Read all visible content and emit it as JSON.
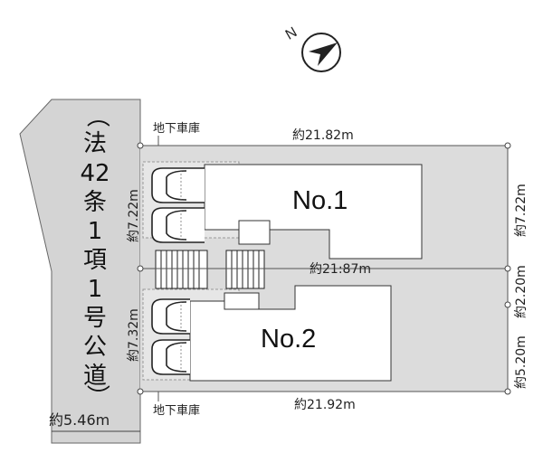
{
  "compass": {
    "north_label": "N",
    "icon": "north-arrow-icon"
  },
  "road": {
    "label": "（法42条1項1号公道）",
    "chars": [
      "（",
      "法",
      "42",
      "条",
      "1",
      "項",
      "1",
      "号",
      "公",
      "道",
      "）"
    ],
    "width_label": "約5.46m"
  },
  "garage": {
    "top_label": "地下車庫",
    "bottom_label": "地下車庫"
  },
  "lots": [
    {
      "name": "No.1",
      "top_width": "約21.82m",
      "depth_left": "約7.22m",
      "depth_right": "約7.22m"
    },
    {
      "name": "No.2",
      "bottom_width": "約21.92m",
      "depth_left": "約7.32m",
      "depth_right": "約5.20m"
    }
  ],
  "divider": {
    "width": "約21:87m"
  },
  "passage": {
    "width": "約2.20m"
  },
  "colors": {
    "site": "#dcdcdc",
    "road": "#d4d4d4",
    "building": "#ffffff",
    "line": "#555555"
  }
}
